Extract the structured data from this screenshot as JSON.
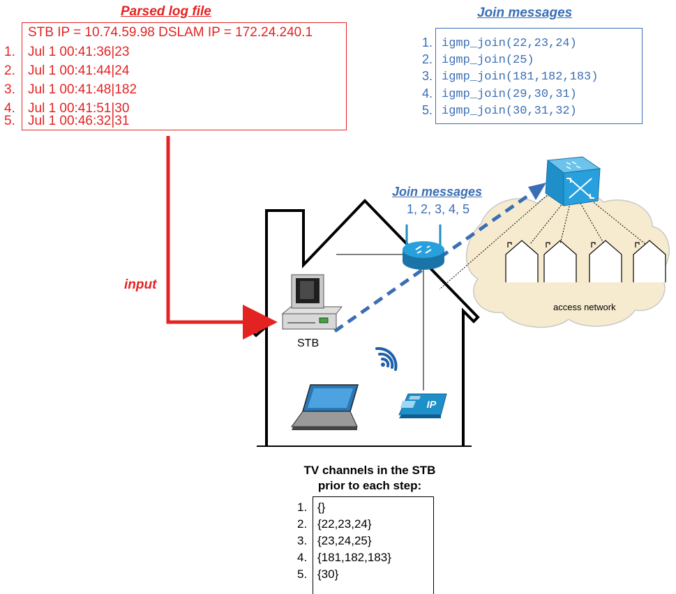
{
  "log": {
    "title": "Parsed log file",
    "header": "STB IP = 10.74.59.98 DSLAM IP = 172.24.240.1",
    "entries": [
      {
        "num": "1.",
        "text": "Jul 1 00:41:36|23"
      },
      {
        "num": "2.",
        "text": "Jul 1 00:41:44|24"
      },
      {
        "num": "3.",
        "text": "Jul 1 00:41:48|182"
      },
      {
        "num": "4.",
        "text": "Jul 1 00:41:51|30"
      },
      {
        "num": "5.",
        "text": "Jul 1 00:46:32|31"
      }
    ]
  },
  "join": {
    "title": "Join messages",
    "messages": [
      {
        "num": "1.",
        "text": "igmp_join(22,23,24)"
      },
      {
        "num": "2.",
        "text": "igmp_join(25)"
      },
      {
        "num": "3.",
        "text": "igmp_join(181,182,183)"
      },
      {
        "num": "4.",
        "text": "igmp_join(29,30,31)"
      },
      {
        "num": "5.",
        "text": "igmp_join(30,31,32)"
      }
    ]
  },
  "arrow_label": {
    "title": "Join messages",
    "sequence": "1, 2, 3, 4, 5"
  },
  "input_label": "input",
  "stb_label": "STB",
  "network_label": "access network",
  "tv": {
    "title_line1": "TV channels in the STB",
    "title_line2": "prior to each step:",
    "rows": [
      {
        "num": "1.",
        "text": "{}"
      },
      {
        "num": "2.",
        "text": "{22,23,24}"
      },
      {
        "num": "3.",
        "text": "{23,24,25}"
      },
      {
        "num": "4.",
        "text": "{181,182,183}"
      },
      {
        "num": "5.",
        "text": "{30}"
      }
    ]
  },
  "phone_label": "IP",
  "colors": {
    "red": "#e32322",
    "blue": "#3a6eb5",
    "device_blue": "#1e8fc8"
  }
}
